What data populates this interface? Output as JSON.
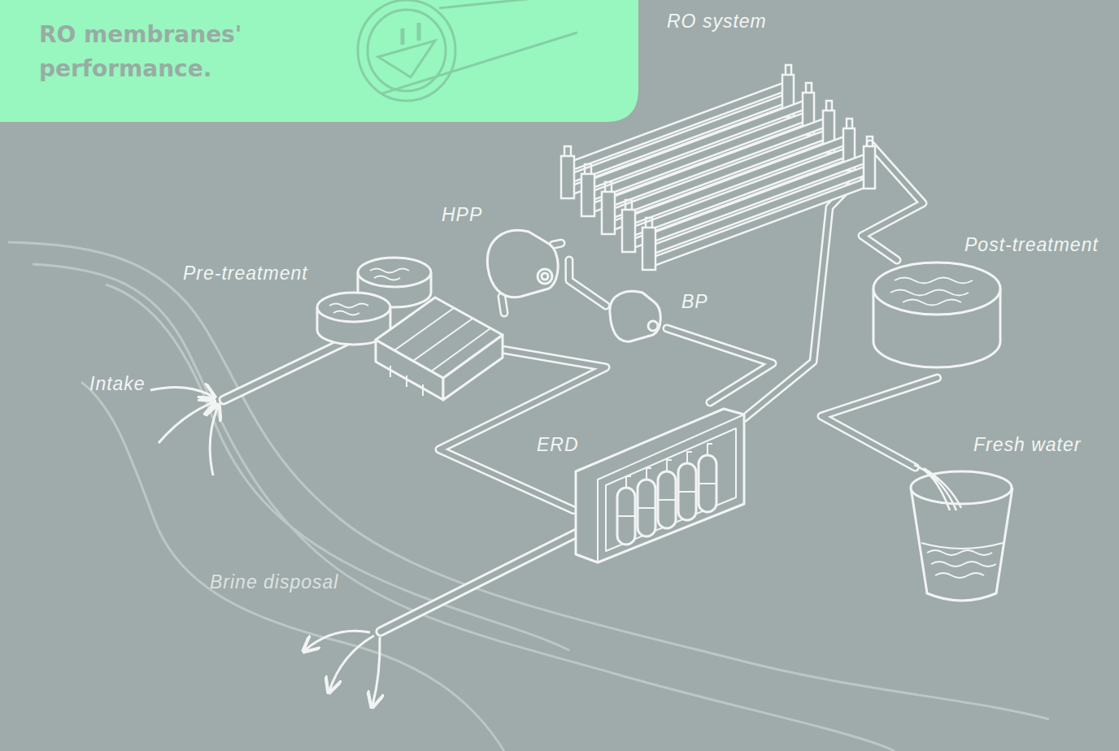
{
  "diagram": {
    "title": "RO membranes' performance.",
    "nodes": [
      {
        "text": [
          "Pre-treatment"
        ]
      },
      {
        "text": [
          "HPP"
        ]
      },
      {
        "text": [
          "RO system"
        ]
      },
      {
        "text": [
          "BP"
        ]
      },
      {
        "text": [
          "ERD"
        ]
      },
      {
        "text": [
          "Post-treatment"
        ]
      },
      {
        "text": [
          "Fresh water"
        ]
      }
    ],
    "edges": [
      {
        "from": 0,
        "to": 1,
        "arrow": "none"
      },
      {
        "from": 0,
        "to": 4,
        "arrow": "none"
      },
      {
        "from": 1,
        "to": 2,
        "arrow": "none"
      },
      {
        "from": 4,
        "to": 3,
        "arrow": "none"
      },
      {
        "from": 3,
        "to": 2,
        "arrow": "none"
      },
      {
        "from": 2,
        "to": 4,
        "arrow": "none"
      },
      {
        "from": 2,
        "to": 5,
        "arrow": "none"
      },
      {
        "from": 5,
        "to": 6,
        "arrow": "none"
      }
    ],
    "labels": [
      "Intake",
      "Brine disposal"
    ]
  }
}
